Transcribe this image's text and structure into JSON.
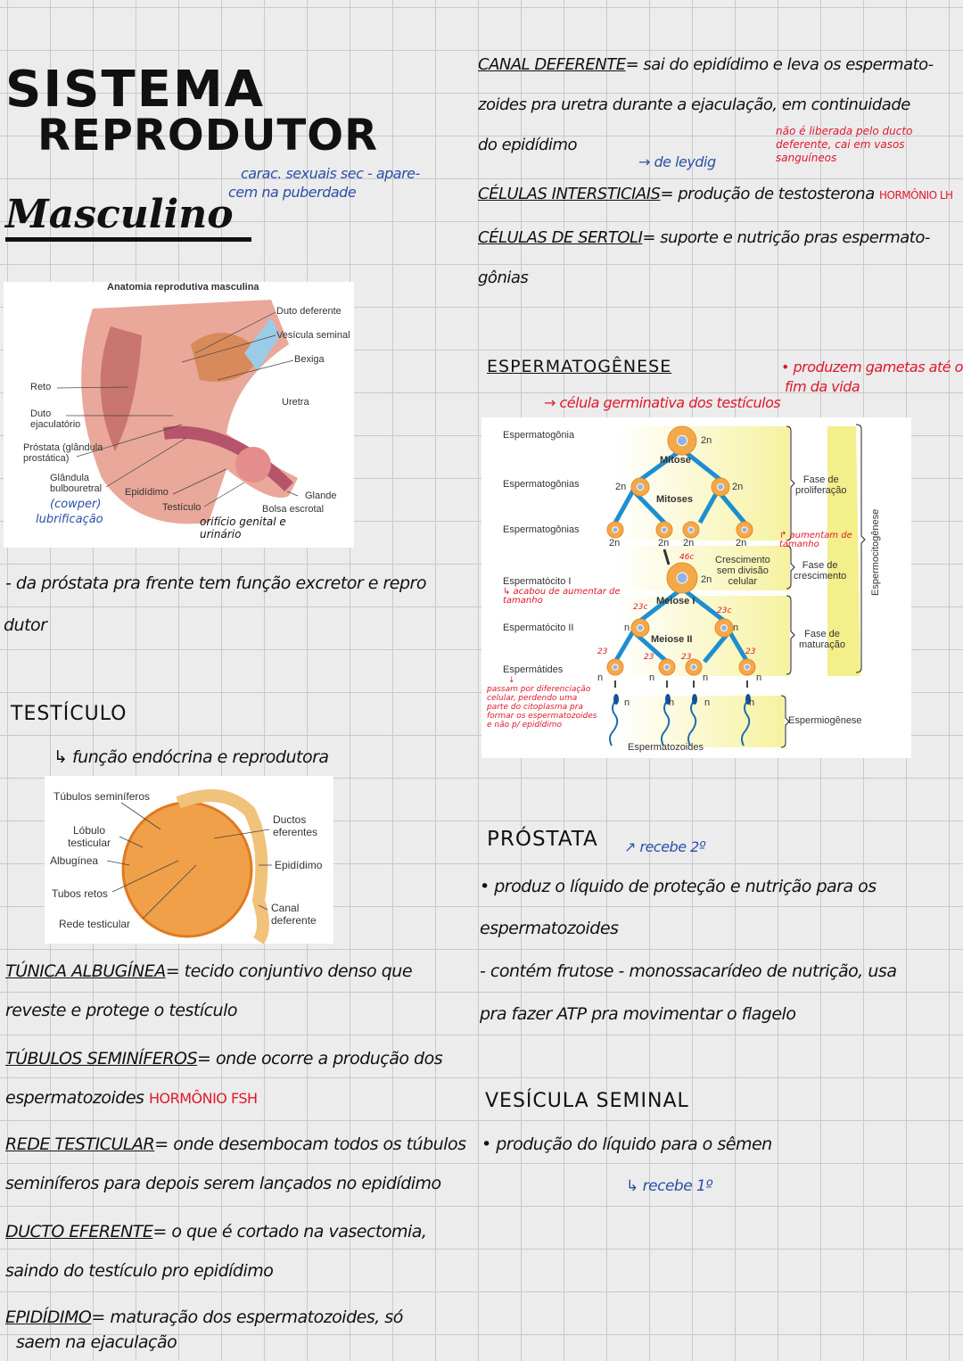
{
  "title": {
    "line1": "SISTEMA",
    "line2": "REPRODUTOR",
    "line3": "Masculino"
  },
  "title_note": {
    "line1": "carac. sexuais sec - apare-",
    "line2": "cem na puberdade"
  },
  "anatomy_figure": {
    "title": "Anatomia reprodutiva masculina",
    "labels": [
      "Duto deferente",
      "Vesícula seminal",
      "Bexiga",
      "Reto",
      "Uretra",
      "Duto ejaculatório",
      "Próstata (glândula prostática)",
      "Glândula bulbouretral",
      "Epidídimo",
      "Glande",
      "Testículo",
      "Bolsa escrotal"
    ],
    "notes": {
      "cowper": "(cowper)",
      "lubrificacao": "lubrificação",
      "orificio": "orifício genital e urinário"
    }
  },
  "prostata_note": {
    "line1": "- da próstata pra frente tem função excretor e repro",
    "line2": "dutor"
  },
  "testiculo": {
    "heading": "TESTÍCULO",
    "subtitle": "↳ função endócrina e reprodutora",
    "figure_labels": [
      "Túbulos seminíferos",
      "Lóbulo testicular",
      "Albugínea",
      "Tubos retos",
      "Rede testicular",
      "Ductos eferentes",
      "Epidídimo",
      "Canal deferente"
    ]
  },
  "left_notes": [
    {
      "term": "TÚNICA ALBUGÍNEA",
      "text": "= tecido conjuntivo denso que",
      "cont": "reveste e protege o testículo"
    },
    {
      "term": "TÚBULOS SEMINÍFEROS",
      "text": "= onde ocorre a produção dos",
      "cont": "espermatozoides",
      "tag": "HORMÔNIO FSH"
    },
    {
      "term": "REDE TESTICULAR",
      "text": "= onde desembocam todos os túbulos",
      "cont": "seminíferos para depois serem lançados no epidídimo"
    },
    {
      "term": "DUCTO EFERENTE",
      "text": "= o que é cortado na vasectomia,",
      "cont": "saindo do testículo pro epidídimo"
    },
    {
      "term": "EPIDÍDIMO",
      "text": "= maturação dos espermatozoides, só",
      "cont": "saem na ejaculação"
    }
  ],
  "right_notes": [
    {
      "term": "CANAL DEFERENTE",
      "text": "= sai do epidídimo e leva os espermato-",
      "cont1": "zoides pra uretra durante a ejaculação, em continuidade",
      "cont2": "do epidídimo"
    },
    {
      "term": "CÉLULAS INTERSTICIAIS",
      "text": "= produção de testosterona",
      "tag": "HORMÔNIO LH",
      "note_blue": "→ de leydig",
      "note_red": [
        "não é liberada pelo ducto",
        "deferente, cai em vasos",
        "sanguíneos"
      ]
    },
    {
      "term": "CÉLULAS DE SERTOLI",
      "text": "= suporte e nutrição pras espermato-",
      "cont": "gônias"
    }
  ],
  "espermatogenese": {
    "heading": "ESPERMATOGÊNESE",
    "note_red1": "→ célula germinativa dos testículos",
    "note_red2": [
      "• produzem gametas até o",
      "fim da vida"
    ],
    "diagram": {
      "rows": [
        "Espermatogônia",
        "Espermatogônias",
        "Espermatogônias",
        "Espermatócito I",
        "Espermatócito II",
        "Espermátides"
      ],
      "processes": [
        "Mitose",
        "Mitoses",
        "Meiose I",
        "Meiose II"
      ],
      "ploidy": {
        "diploid": "2n",
        "haploid": "n"
      },
      "growth": [
        "Crescimento",
        "sem divisão",
        "celular"
      ],
      "phases": [
        [
          "Fase de",
          "proliferação"
        ],
        [
          "Fase de",
          "crescimento"
        ],
        [
          "Fase de",
          "maturação"
        ]
      ],
      "group": "Espermocitogênese",
      "spermio": "Espermiogênese",
      "sperm": "Espermatozoides"
    },
    "annotations": {
      "aumentam": [
        "↱ aumentam de",
        "tamanho"
      ],
      "46c": "46c",
      "23c": "23c",
      "23": "23",
      "acabou": [
        "↳ acabou de aumentar de",
        "tamanho"
      ],
      "passam": [
        "↓",
        "passam por diferenciação",
        "celular, perdendo uma",
        "parte do citoplasma pra",
        "formar os espermatozoides",
        "e não p/ epidídimo"
      ]
    }
  },
  "prostata": {
    "heading": "PRÓSTATA",
    "note_blue": "↗ recebe 2º",
    "line1": "• produz o líquido de proteção e nutrição para os",
    "line2": "espermatozoides",
    "line3": "- contém frutose - monossacarídeo de nutrição, usa",
    "line4": "pra fazer ATP pra movimentar o flagelo"
  },
  "vesicula": {
    "heading": "VESÍCULA SEMINAL",
    "line1": "• produção do líquido para o sêmen",
    "note_blue": "↳ recebe 1º"
  },
  "colors": {
    "ink": "#111111",
    "red": "#e0182b",
    "blue": "#2a4fa8",
    "diagram_yellow": "#f6f2a0",
    "arrow_blue": "#1d8fd0",
    "cell_orange": "#f3a94a"
  }
}
